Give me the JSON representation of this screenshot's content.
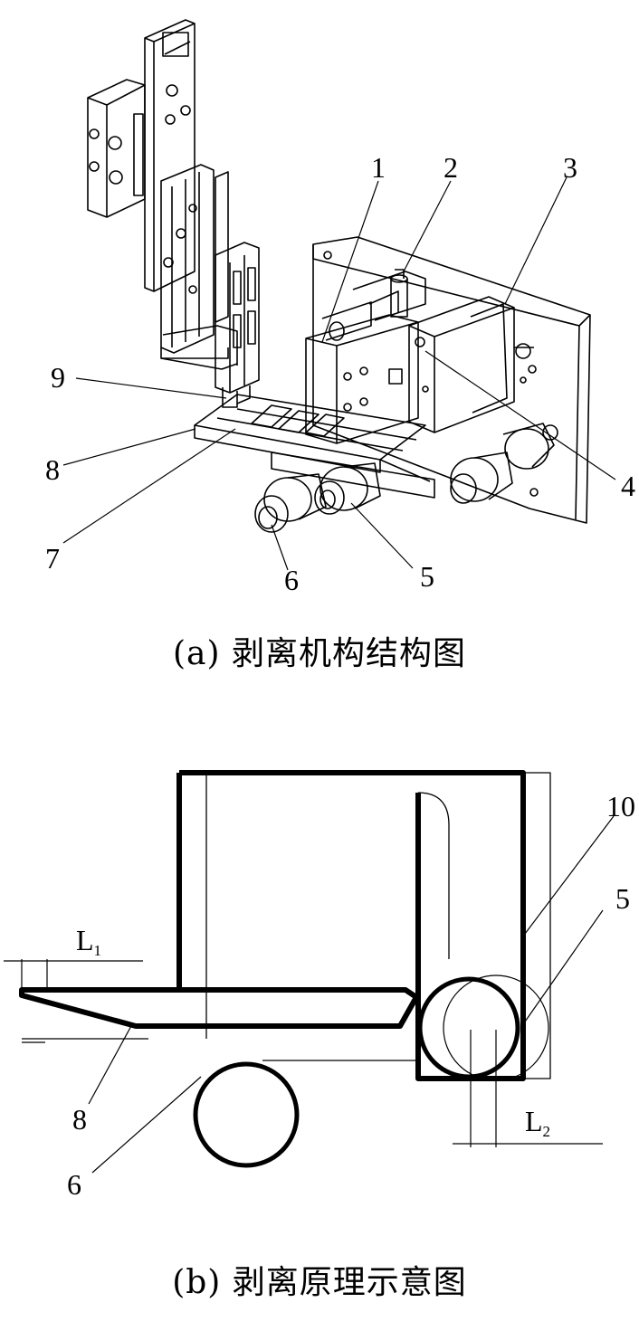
{
  "figure_a": {
    "caption": "(a) 剥离机构结构图",
    "labels": {
      "n1": "1",
      "n2": "2",
      "n3": "3",
      "n4": "4",
      "n5": "5",
      "n6": "6",
      "n7": "7",
      "n8": "8",
      "n9": "9"
    }
  },
  "figure_b": {
    "caption": "(b) 剥离原理示意图",
    "labels": {
      "L1_main": "L",
      "L1_sub": "1",
      "L2_main": "L",
      "L2_sub": "2",
      "n5": "5",
      "n6": "6",
      "n8": "8",
      "n10": "10"
    }
  }
}
